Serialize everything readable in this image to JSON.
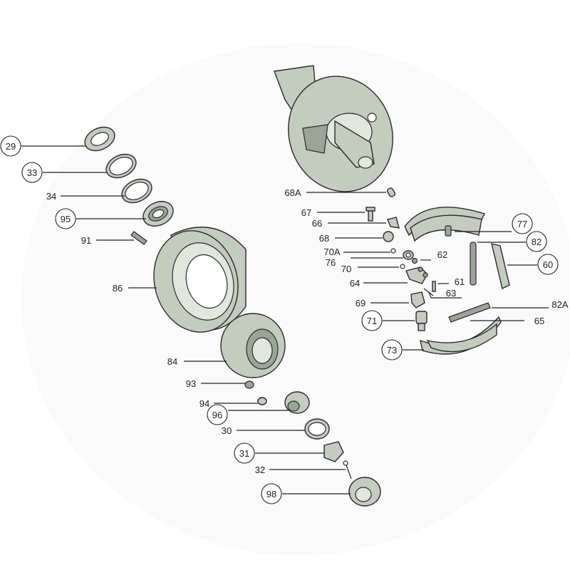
{
  "diagram": {
    "colors": {
      "part_fill": "#c3ccbf",
      "line": "#222222"
    },
    "labels": [
      "29",
      "33",
      "34",
      "95",
      "91",
      "86",
      "84",
      "93",
      "94",
      "96",
      "30",
      "31",
      "32",
      "98",
      "68A",
      "67",
      "66",
      "68",
      "70A",
      "76",
      "70",
      "62",
      "64",
      "61",
      "63",
      "69",
      "71",
      "73",
      "77",
      "82",
      "60",
      "82A",
      "65"
    ]
  }
}
